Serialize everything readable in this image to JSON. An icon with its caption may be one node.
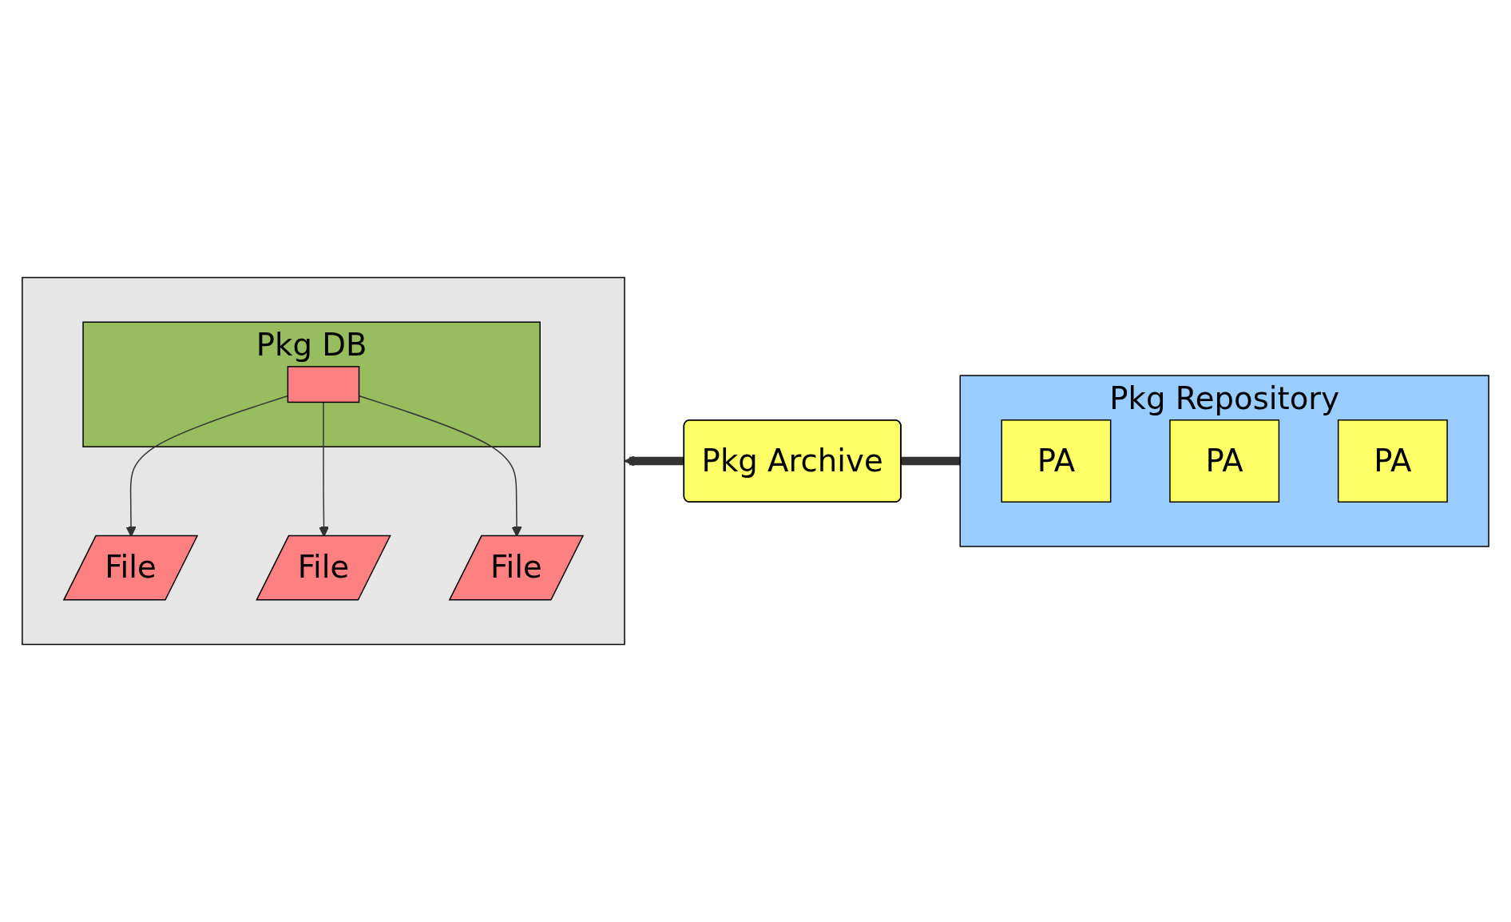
{
  "diagram": {
    "nodes": [
      {
        "text": [],
        "shape": "box"
      },
      {
        "text": [
          "File"
        ],
        "in": 0
      },
      {
        "text": [
          "File"
        ],
        "in": 0
      },
      {
        "text": [
          "Pkg DB"
        ],
        "in": 0
      },
      {
        "text": [],
        "shape": "box",
        "in": 3
      },
      {
        "text": [
          "File"
        ],
        "in": 0
      },
      {
        "text": [
          "Pkg Repository"
        ]
      },
      {
        "text": [
          "PA"
        ],
        "in": 6
      },
      {
        "text": [
          "PA"
        ],
        "in": 6
      },
      {
        "text": [
          "PA"
        ],
        "in": 6
      },
      {
        "text": [
          "Pkg Archive"
        ]
      }
    ],
    "edges": [
      {
        "from": 4,
        "to": 1,
        "arrow": "to"
      },
      {
        "from": 4,
        "to": 2,
        "arrow": "to"
      },
      {
        "from": 4,
        "to": 5,
        "arrow": "to"
      },
      {
        "from": 6,
        "to": 10,
        "arrow": "none",
        "style": "thick"
      },
      {
        "from": 10,
        "to": 0,
        "arrow": "to",
        "style": "thick"
      }
    ]
  }
}
